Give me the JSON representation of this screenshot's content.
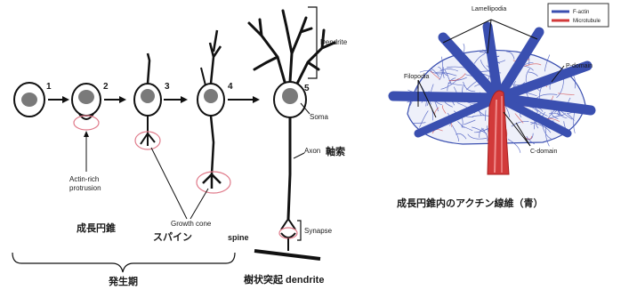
{
  "left_panel": {
    "stage_numbers": [
      "1",
      "2",
      "3",
      "4",
      "5"
    ],
    "labels": {
      "dendrite": "Dendrite",
      "soma": "Soma",
      "axon": "Axon",
      "axon_jp": "軸索",
      "actin_rich_line1": "Actin-rich",
      "actin_rich_line2": "protrusion",
      "growth_cone_jp": "成長円錐",
      "growth_cone": "Growth cone",
      "spine_jp": "スパイン",
      "spine": "spine",
      "synapse": "Synapse",
      "developmental_period_jp": "発生期",
      "dendrite_bottom": "樹状突起 dendrite"
    }
  },
  "right_panel": {
    "legend": [
      {
        "label": "F-actin",
        "color": "#3a4fb0"
      },
      {
        "label": "Microtubule",
        "color": "#d23a3a"
      }
    ],
    "labels": {
      "lamellipodia": "Lamellipodia",
      "filopodia": "Filopodia",
      "p_domain": "P-domain",
      "c_domain": "C-domain"
    },
    "caption": "成長円錐内のアクチン線維（青）"
  },
  "colors": {
    "neuron_stroke": "#111111",
    "nucleus": "#7a7a7a",
    "highlight_circle": "#e07a8a",
    "actin_blue": "#3a4fb0",
    "microtubule_red": "#d23a3a"
  }
}
